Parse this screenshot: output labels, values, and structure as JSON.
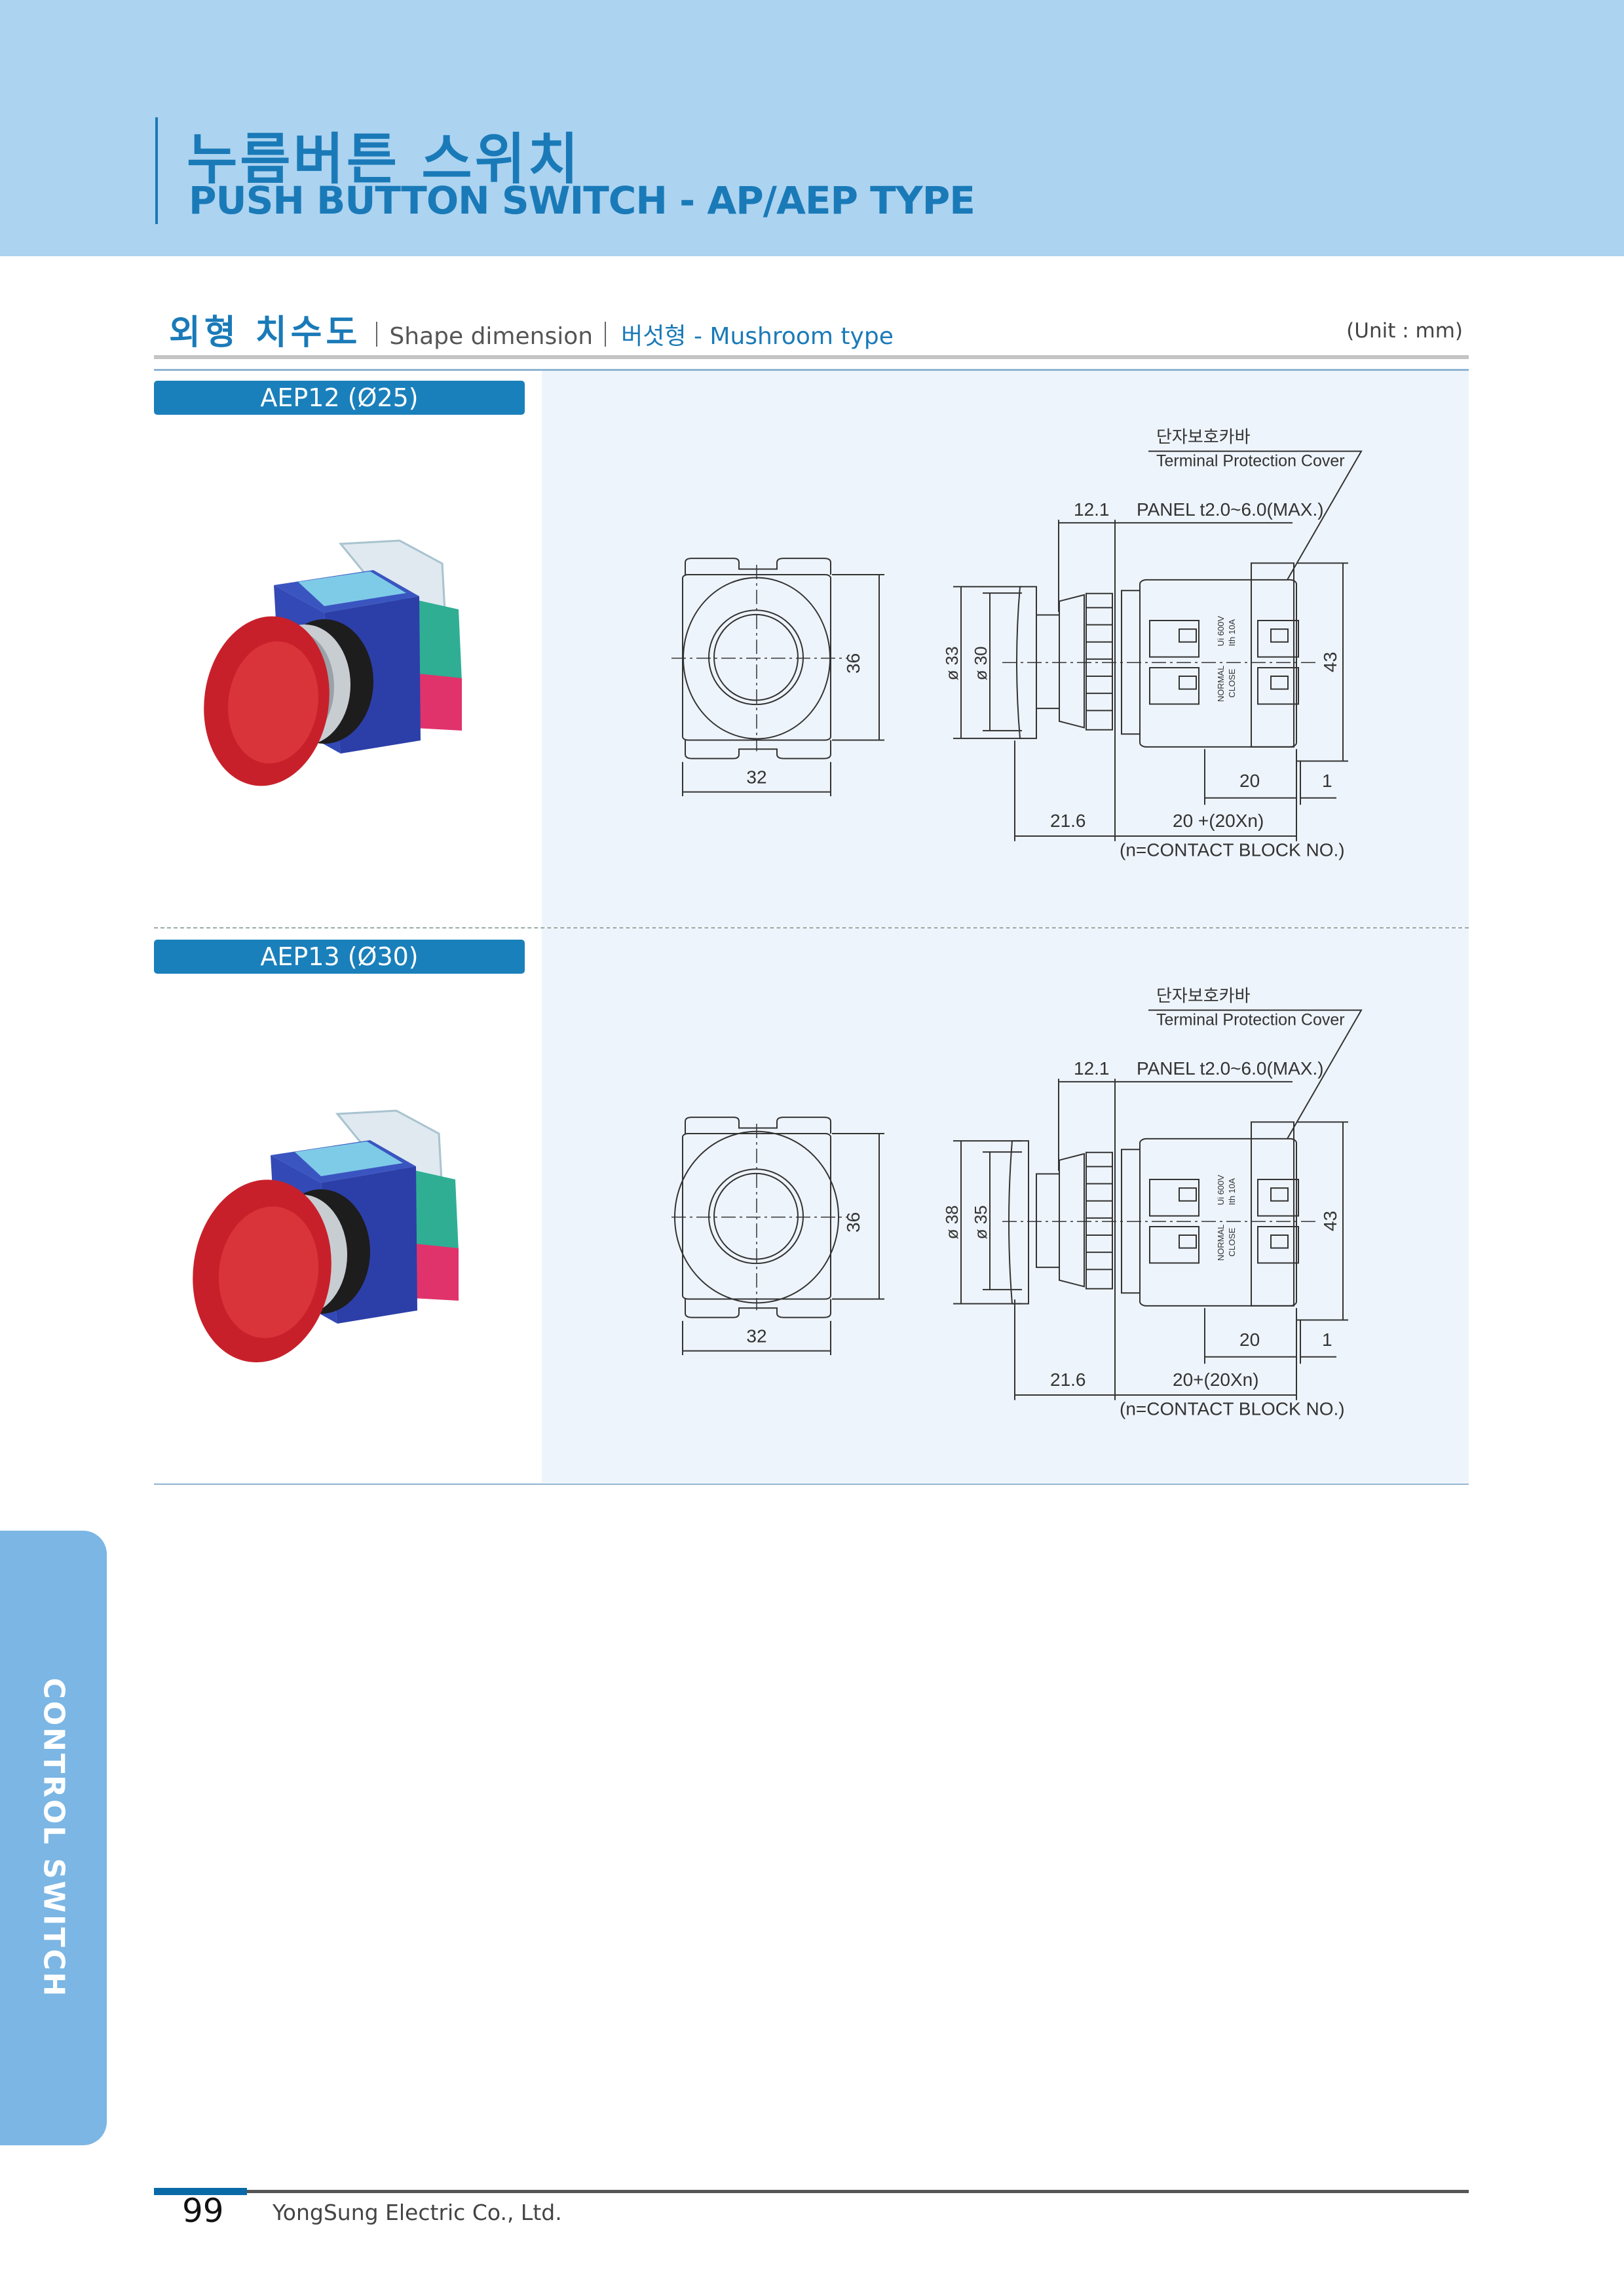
{
  "header": {
    "title_ko": "누름버튼 스위치",
    "title_en": "PUSH BUTTON SWITCH - AP/AEP TYPE"
  },
  "section": {
    "title_ko": "외형 치수도",
    "title_en": "Shape dimension",
    "type": "버섯형 - Mushroom type",
    "unit": "(Unit : mm)"
  },
  "products": [
    {
      "label": "AEP12 (Ø25)",
      "drawing": {
        "cover_ko": "단자보호카바",
        "cover_en": "Terminal Protection Cover",
        "dim_12_1": "12.1",
        "panel": "PANEL t2.0~6.0(MAX.)",
        "dim_36": "36",
        "dim_32": "32",
        "dia_outer": "ø 33",
        "dia_inner": "ø 30",
        "dim_43": "43",
        "dim_20": "20",
        "dim_1": "1",
        "dim_21_6": "21.6",
        "dim_len": "20 +(20Xn)",
        "note": "(n=CONTACT BLOCK NO.)",
        "rating1": "Ui 600V",
        "rating2": "Ith 10A",
        "nc1": "NORMAL",
        "nc2": "CLOSE"
      }
    },
    {
      "label": "AEP13 (Ø30)",
      "drawing": {
        "cover_ko": "단자보호카바",
        "cover_en": "Terminal Protection Cover",
        "dim_12_1": "12.1",
        "panel": "PANEL t2.0~6.0(MAX.)",
        "dim_36": "36",
        "dim_32": "32",
        "dia_outer": "ø 38",
        "dia_inner": "ø 35",
        "dim_43": "43",
        "dim_20": "20",
        "dim_1": "1",
        "dim_21_6": "21.6",
        "dim_len": "20+(20Xn)",
        "note": "(n=CONTACT BLOCK NO.)",
        "rating1": "Ui 600V",
        "rating2": "Ith 10A",
        "nc1": "NORMAL",
        "nc2": "CLOSE"
      }
    }
  ],
  "side_tab": "CONTROL SWITCH",
  "footer": {
    "page": "99",
    "company": "YongSung Electric Co., Ltd."
  },
  "colors": {
    "brand_blue": "#1a7ab8",
    "header_bg": "#acd3f0",
    "panel_bg": "#eef4fb",
    "side_tab": "#7bb6e4"
  }
}
